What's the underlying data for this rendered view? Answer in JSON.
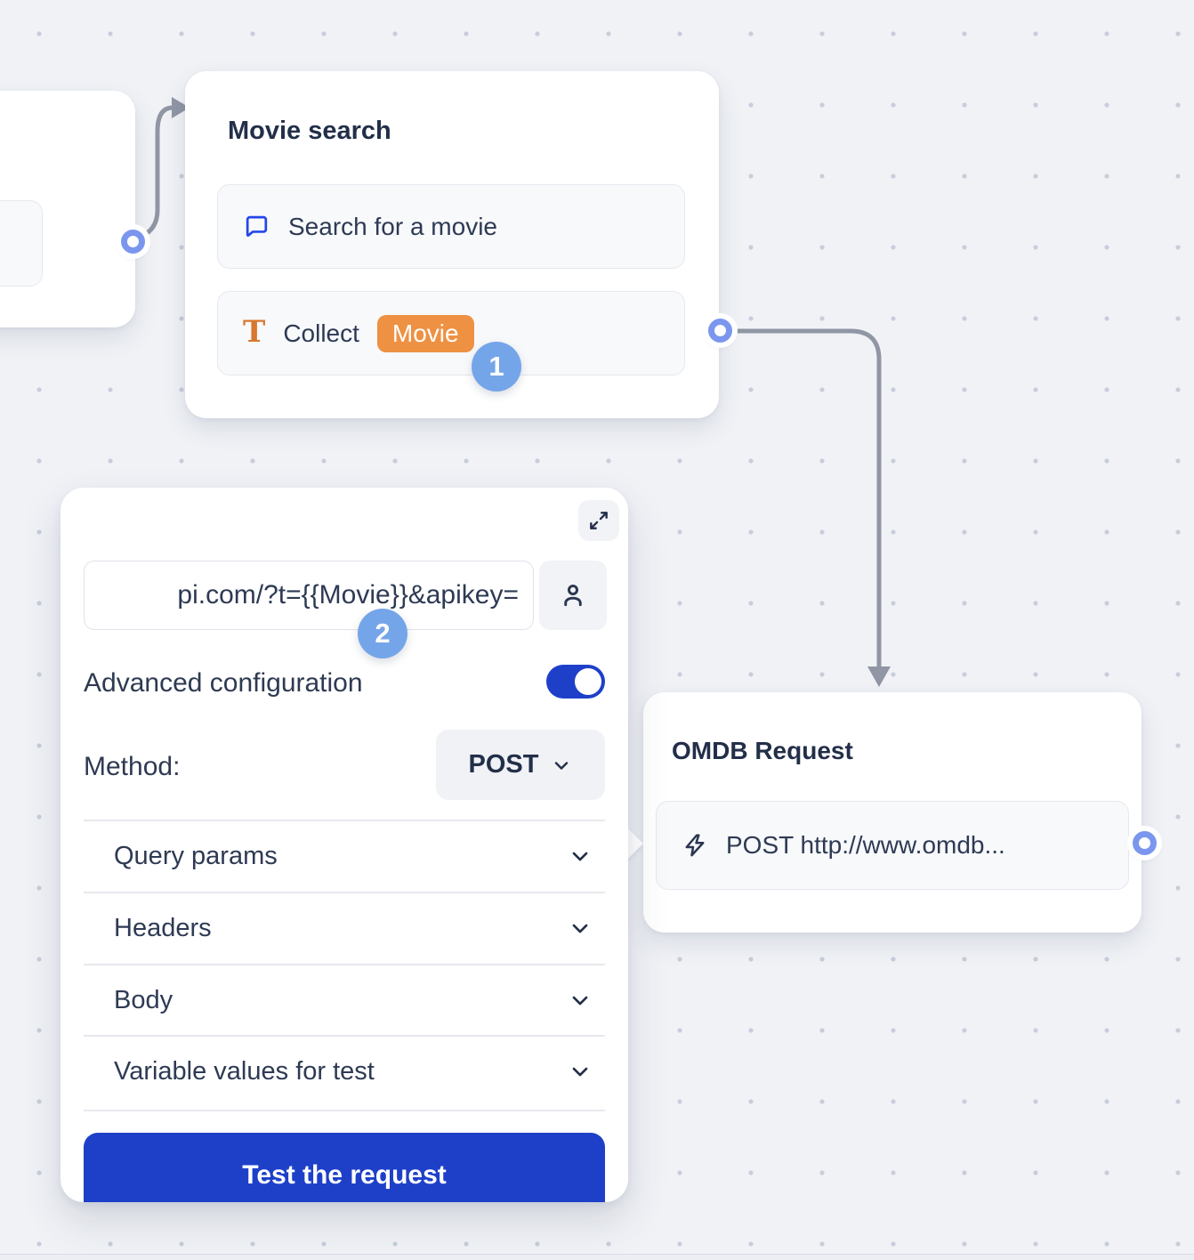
{
  "canvas": {
    "background_color": "#f0f2f6",
    "dot_color": "#c7cdda",
    "connector_color": "#9096a4"
  },
  "colors": {
    "accent_blue": "#1e40c9",
    "variable_badge_orange": "#ee9142",
    "step_badge_blue": "#75a5e9",
    "port_blue": "#7b96ee",
    "chat_icon_blue": "#2447e8",
    "text_icon_orange": "#d9772e",
    "heading_text": "#232f49",
    "body_text": "#2e3a54"
  },
  "movie_node": {
    "title": "Movie search",
    "rows": [
      {
        "icon": "chat-bubble-icon",
        "label": "Search for a movie"
      },
      {
        "icon": "text-T-icon",
        "label": "Collect",
        "badge": "Movie"
      }
    ],
    "step_badge": "1"
  },
  "config_panel": {
    "url_input": {
      "value": "pi.com/?t={{Movie}}&apikey="
    },
    "step_badge": "2",
    "advanced_label": "Advanced configuration",
    "advanced_on": true,
    "method_label": "Method:",
    "method_value": "POST",
    "sections": [
      {
        "label": "Query params"
      },
      {
        "label": "Headers"
      },
      {
        "label": "Body"
      },
      {
        "label": "Variable values for test"
      }
    ],
    "test_button_label": "Test the request"
  },
  "omdb_node": {
    "title": "OMDB Request",
    "row": {
      "icon": "lightning-icon",
      "label": "POST http://www.omdb..."
    }
  }
}
